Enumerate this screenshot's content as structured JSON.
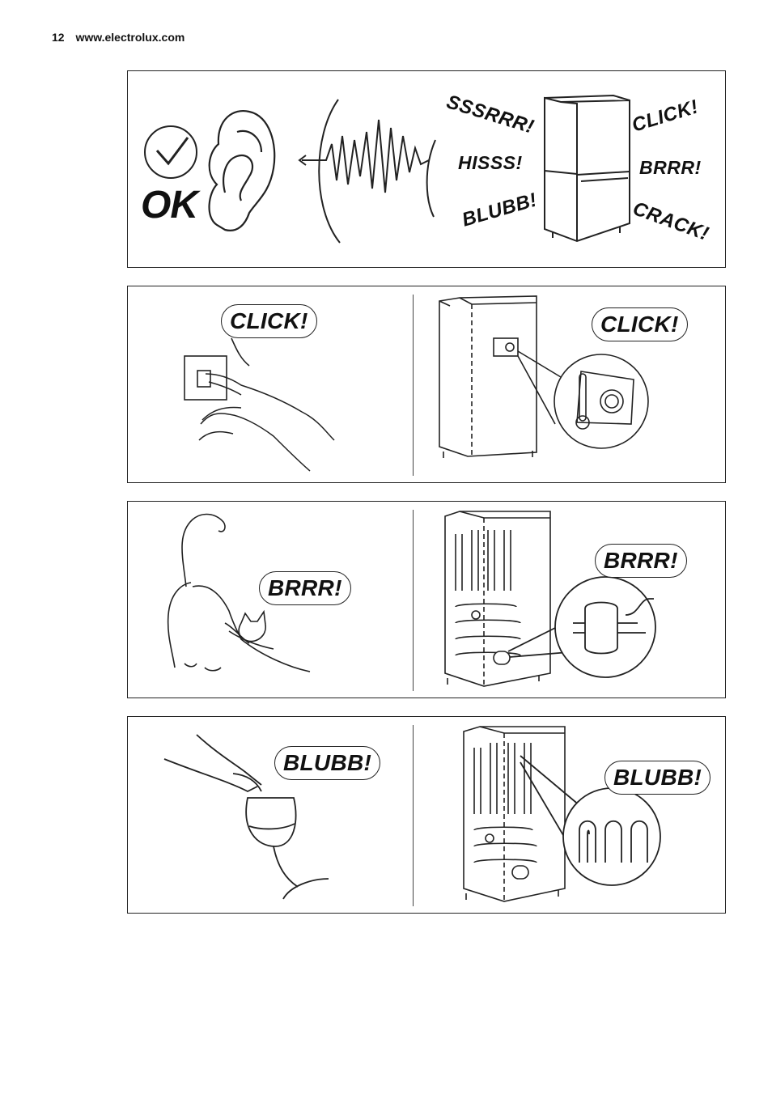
{
  "header": {
    "page_number": "12",
    "website": "www.electrolux.com"
  },
  "panel1": {
    "ok_label": "OK",
    "sounds": [
      "SSSRRR!",
      "HISSS!",
      "BLUBB!",
      "CLICK!",
      "BRRR!",
      "CRACK!"
    ],
    "icons": [
      "checkmark-icon",
      "ear-icon",
      "sound-wave-icon",
      "fridge-freezer-icon"
    ]
  },
  "panel2": {
    "left_bubble": "CLICK!",
    "right_bubble": "CLICK!",
    "icons": [
      "light-switch-icon",
      "hand-icon",
      "fridge-icon",
      "thermostat-icon"
    ]
  },
  "panel3": {
    "left_bubble": "BRRR!",
    "right_bubble": "BRRR!",
    "icons": [
      "cat-icon",
      "fridge-back-icon",
      "compressor-icon"
    ]
  },
  "panel4": {
    "left_bubble": "BLUBB!",
    "right_bubble": "BLUBB!",
    "icons": [
      "wine-bottle-icon",
      "wine-glass-icon",
      "fridge-back-icon",
      "refrigerant-coil-icon"
    ]
  }
}
